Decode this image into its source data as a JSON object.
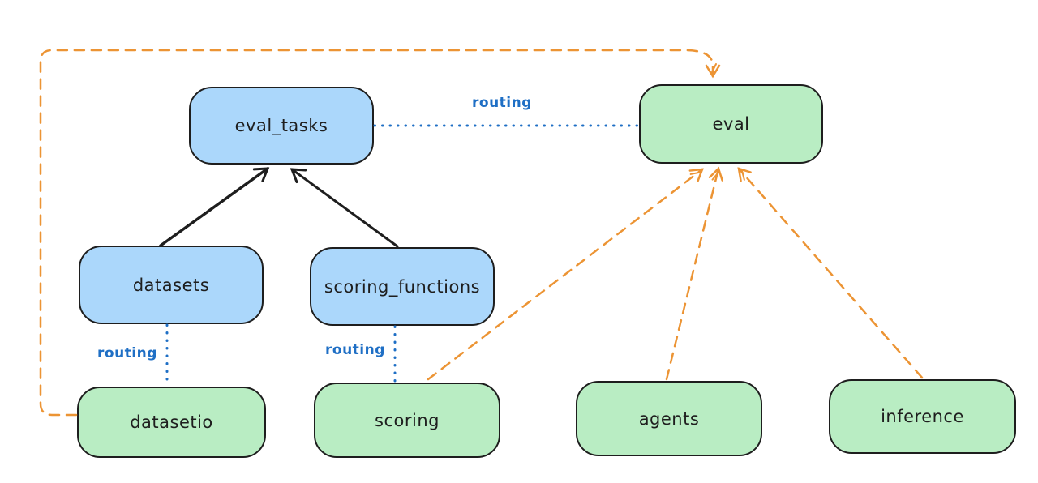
{
  "diagram": {
    "colors": {
      "background": "#ffffff",
      "node_border": "#1e1e1e",
      "blue_node_fill": "#abd7fb",
      "green_node_fill": "#b9edc3",
      "routing_blue": "#1f6fc5",
      "orange_dashed": "#ec9434",
      "black_arrow": "#1e1e1e"
    },
    "nodes": [
      {
        "id": "eval_tasks",
        "label": "eval_tasks",
        "fill": "blue"
      },
      {
        "id": "eval",
        "label": "eval",
        "fill": "green"
      },
      {
        "id": "datasets",
        "label": "datasets",
        "fill": "blue"
      },
      {
        "id": "scoring_functions",
        "label": "scoring_functions",
        "fill": "blue"
      },
      {
        "id": "datasetio",
        "label": "datasetio",
        "fill": "green"
      },
      {
        "id": "scoring",
        "label": "scoring",
        "fill": "green"
      },
      {
        "id": "agents",
        "label": "agents",
        "fill": "green"
      },
      {
        "id": "inference",
        "label": "inference",
        "fill": "green"
      }
    ],
    "edge_labels": [
      {
        "id": "routing-top",
        "text": "routing"
      },
      {
        "id": "routing-left",
        "text": "routing"
      },
      {
        "id": "routing-mid",
        "text": "routing"
      }
    ],
    "edges": [
      {
        "from": "datasets",
        "to": "eval_tasks",
        "style": "solid-black-arrow"
      },
      {
        "from": "scoring_functions",
        "to": "eval_tasks",
        "style": "solid-black-arrow"
      },
      {
        "from": "eval_tasks",
        "to": "eval",
        "style": "dotted-blue-line",
        "label": "routing"
      },
      {
        "from": "datasets",
        "to": "datasetio",
        "style": "dotted-blue-line",
        "label": "routing"
      },
      {
        "from": "scoring_functions",
        "to": "scoring",
        "style": "dotted-blue-line",
        "label": "routing"
      },
      {
        "from": "datasetio",
        "to": "eval",
        "style": "dashed-orange-arrow"
      },
      {
        "from": "scoring",
        "to": "eval",
        "style": "dashed-orange-arrow"
      },
      {
        "from": "agents",
        "to": "eval",
        "style": "dashed-orange-arrow"
      },
      {
        "from": "inference",
        "to": "eval",
        "style": "dashed-orange-arrow"
      }
    ]
  }
}
